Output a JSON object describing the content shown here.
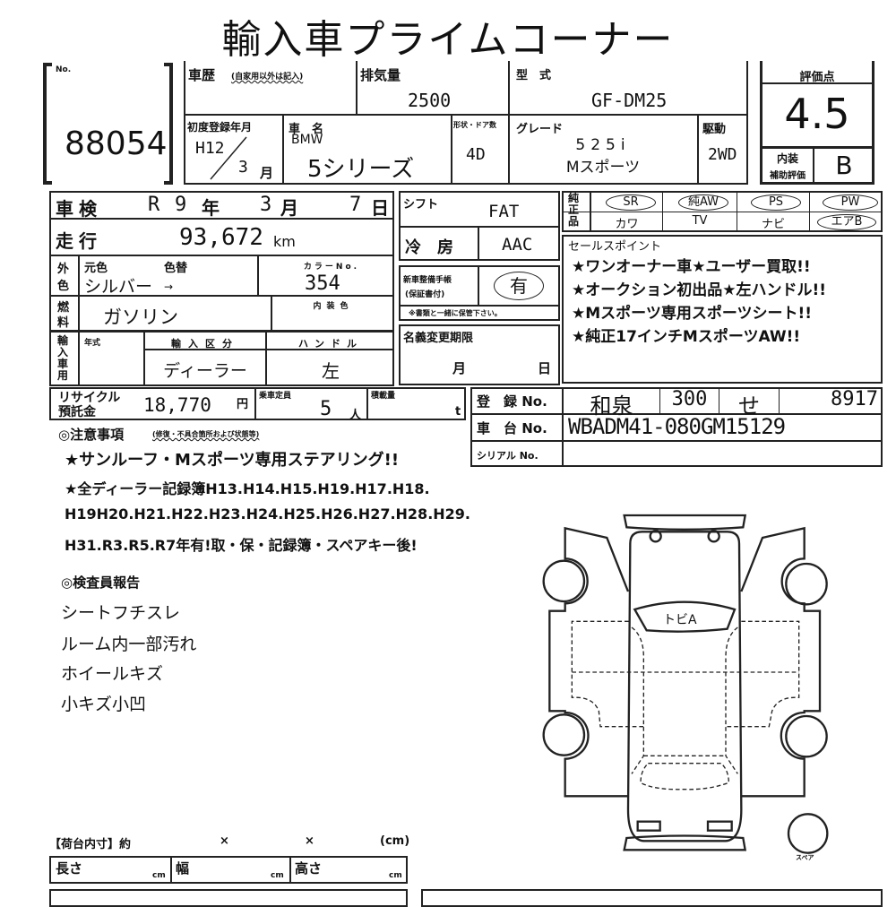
{
  "title": "輸入車プライムコーナー",
  "lot": {
    "label": "No.",
    "number": "88054"
  },
  "history": {
    "label": "車歴",
    "note": "(自家用以外は記入)"
  },
  "displacement": {
    "label": "排気量",
    "value": "2500"
  },
  "model_code": {
    "label": "型　式",
    "value": "GF-DM25"
  },
  "first_reg": {
    "label": "初度登録年月",
    "year": "H12",
    "month": "3",
    "month_unit": "月"
  },
  "car_name": {
    "label": "車　名",
    "maker": "BMW",
    "name": "5シリーズ"
  },
  "doors": {
    "label": "形状・ドア数",
    "value": "4D"
  },
  "grade": {
    "label": "グレード",
    "line1": "525i",
    "line2": "Mスポーツ"
  },
  "drive": {
    "label": "駆動",
    "value": "2WD"
  },
  "score": {
    "label": "評価点",
    "value": "4.5",
    "interior_label1": "内装",
    "interior_label2": "補助評価",
    "interior_value": "B"
  },
  "inspection": {
    "label": "車検",
    "era": "R",
    "year": "9",
    "year_unit": "年",
    "month": "3",
    "month_unit": "月",
    "day": "7",
    "day_unit": "日"
  },
  "mileage": {
    "label": "走行",
    "value": "93,672",
    "unit": "km"
  },
  "color": {
    "side1": "外",
    "side2": "色",
    "orig_label": "元色",
    "change_label": "色替",
    "orig": "シルバー",
    "arrow": "→",
    "code_label": "カラーNo.",
    "code": "354"
  },
  "fuel": {
    "side1": "燃",
    "side2": "料",
    "value": "ガソリン",
    "interior_color_label": "内装色"
  },
  "import": {
    "side": "輸入車用",
    "year_label": "年式",
    "class_label": "輸入区分",
    "class": "ディーラー",
    "handle_label": "ハンドル",
    "handle": "左"
  },
  "shift": {
    "label": "シフト",
    "value": "FAT"
  },
  "ac": {
    "label": "冷　房",
    "value": "AAC"
  },
  "manual": {
    "label1": "新車整備手帳",
    "label2": "(保証書付)",
    "value": "有",
    "note": "※書類と一緒に保管下さい。"
  },
  "name_change": {
    "label": "名義変更期限",
    "month": "月",
    "day": "日"
  },
  "equipment": {
    "side": "純正品",
    "row1": [
      "SR",
      "純AW",
      "PS",
      "PW"
    ],
    "row2": [
      "カワ",
      "TV",
      "ナビ",
      "エアB"
    ]
  },
  "sales_points": {
    "label": "セールスポイント",
    "lines": [
      "★ワンオーナー車★ユーザー買取!!",
      "★オークション初出品★左ハンドル!!",
      "★Mスポーツ専用スポーツシート!!",
      "★純正17インチMスポーツAW!!"
    ]
  },
  "recycle": {
    "label1": "リサイクル",
    "label2": "預託金",
    "value": "18,770",
    "unit": "円"
  },
  "capacity": {
    "label": "乗車定員",
    "value": "5",
    "unit": "人"
  },
  "load": {
    "label": "積載量",
    "unit": "t"
  },
  "registration": {
    "label": "登　録 No.",
    "region": "和泉",
    "class": "300",
    "kana": "せ",
    "number": "8917"
  },
  "chassis": {
    "label": "車　台 No.",
    "value": "WBADM41-080GM15129"
  },
  "serial": {
    "label": "シリアル No."
  },
  "notes": {
    "label": "◎注意事項",
    "sub": "(修復・不具合箇所および状態等)",
    "lines": [
      "★サンルーフ・Mスポーツ専用ステアリング!!",
      "★全ディーラー記録簿H13.H14.H15.H19.H17.H18.",
      "H19H20.H21.H22.H23.H24.H25.H26.H27.H28.H29.",
      "H31.R3.R5.R7年有!取・保・記録簿・スペアキー後!"
    ]
  },
  "inspector": {
    "label": "◎検査員報告",
    "lines": [
      "シートフチスレ",
      "ルーム内一部汚れ",
      "ホイールキズ",
      "小キズ小凹"
    ]
  },
  "diagram": {
    "windshield": "トビA",
    "spare": "スペア"
  },
  "cargo": {
    "label": "【荷台内寸】約",
    "x1": "×",
    "x2": "×",
    "unit": "(cm)",
    "length": "長さ",
    "width": "幅",
    "height": "高さ",
    "cm": "cm"
  }
}
